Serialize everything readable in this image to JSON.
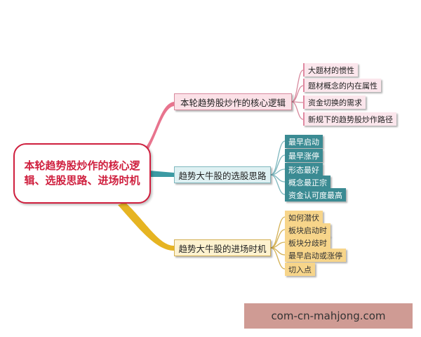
{
  "mindmap": {
    "root": "本轮趋势股炒作的核心逻辑、选股思路、进场时机",
    "branches": [
      {
        "label": "本轮趋势股炒作的核心逻辑",
        "color": "#e8748e",
        "leaves": [
          "大题材的惯性",
          "题材概念的内在属性",
          "资金切换的需求",
          "新规下的趋势股炒作路径"
        ]
      },
      {
        "label": "趋势大牛股的选股思路",
        "color": "#3b9aa3",
        "leaves": [
          "最早启动",
          "最早涨停",
          "形态最好",
          "概念最正宗",
          "资金认可度最高"
        ]
      },
      {
        "label": "趋势大牛股的进场时机",
        "color": "#e6b422",
        "leaves": [
          "如何潜伏",
          "板块启动时",
          "板块分歧时",
          "最早启动或涨停",
          "切入点"
        ]
      }
    ]
  },
  "watermark": "com-cn-mahjong.com"
}
